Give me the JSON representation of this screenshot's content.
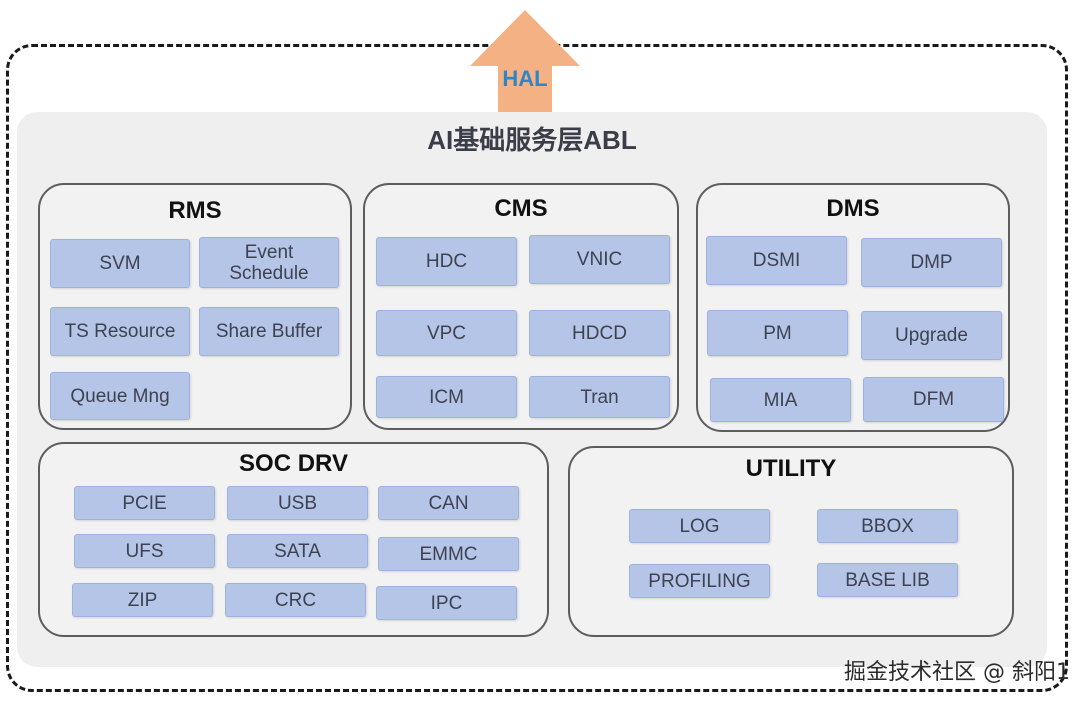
{
  "hal": {
    "label": "HAL"
  },
  "abl": {
    "title": "AI基础服务层ABL"
  },
  "rms": {
    "title": "RMS",
    "items": [
      "SVM",
      "Event Schedule",
      "TS Resource",
      "Share Buffer",
      "Queue Mng"
    ]
  },
  "cms": {
    "title": "CMS",
    "items": [
      "HDC",
      "VNIC",
      "VPC",
      "HDCD",
      "ICM",
      "Tran"
    ]
  },
  "dms": {
    "title": "DMS",
    "items": [
      "DSMI",
      "DMP",
      "PM",
      "Upgrade",
      "MIA",
      "DFM"
    ]
  },
  "soc": {
    "title": "SOC DRV",
    "items": [
      "PCIE",
      "USB",
      "CAN",
      "UFS",
      "SATA",
      "EMMC",
      "ZIP",
      "CRC",
      "IPC"
    ]
  },
  "utility": {
    "title": "UTILITY",
    "items": [
      "LOG",
      "BBOX",
      "PROFILING",
      "BASE LIB"
    ]
  },
  "watermark": "掘金技术社区 @ 斜阳1",
  "colors": {
    "module_fill": "#b5c5e8",
    "arrow_fill": "#f4b183",
    "hal_text": "#2e86c8",
    "panel_fill": "#efeff0"
  }
}
